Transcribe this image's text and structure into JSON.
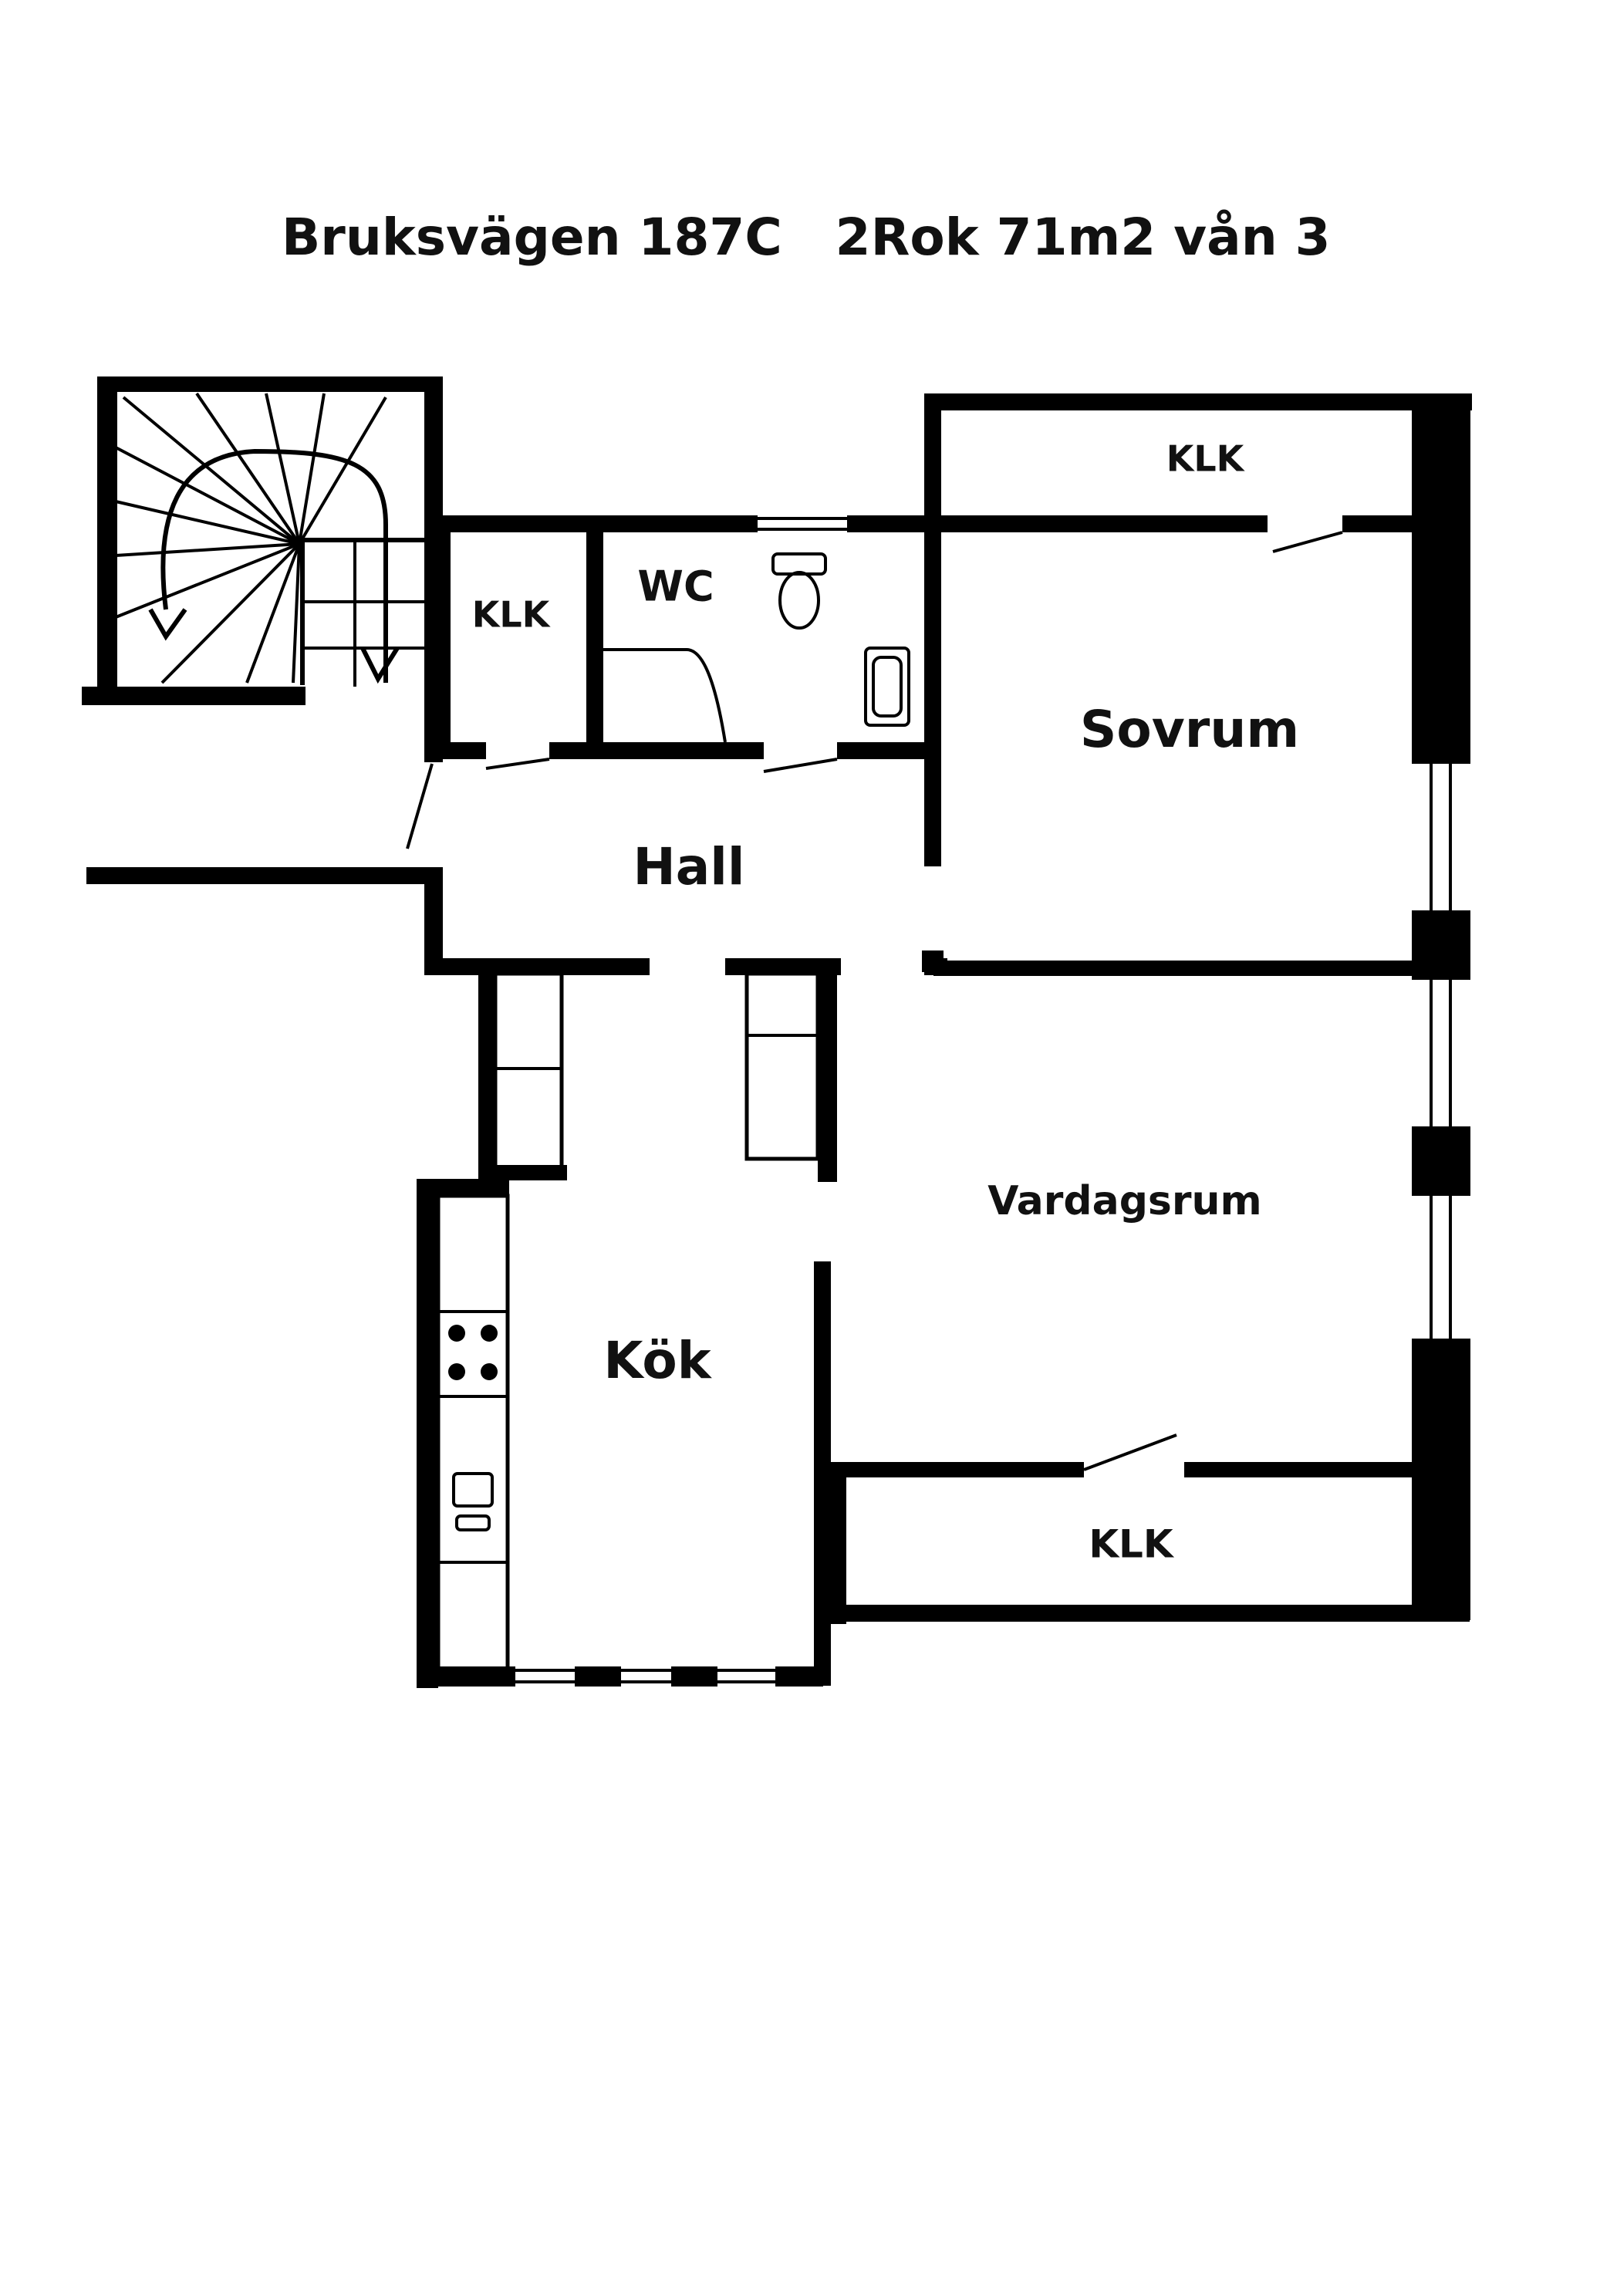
{
  "title": "Bruksvägen 187C   2Rok 71m2 vån 3",
  "rooms": {
    "klk_top_right": "KLK",
    "klk_left": "KLK",
    "wc": "WC",
    "sovrum": "Sovrum",
    "hall": "Hall",
    "vardagsrum": "Vardagsrum",
    "kok": "Kök",
    "klk_bottom": "KLK"
  },
  "icons": [
    "staircase-icon",
    "toilet-icon",
    "sink-icon",
    "stove-icon",
    "kitchen-sink-icon"
  ]
}
